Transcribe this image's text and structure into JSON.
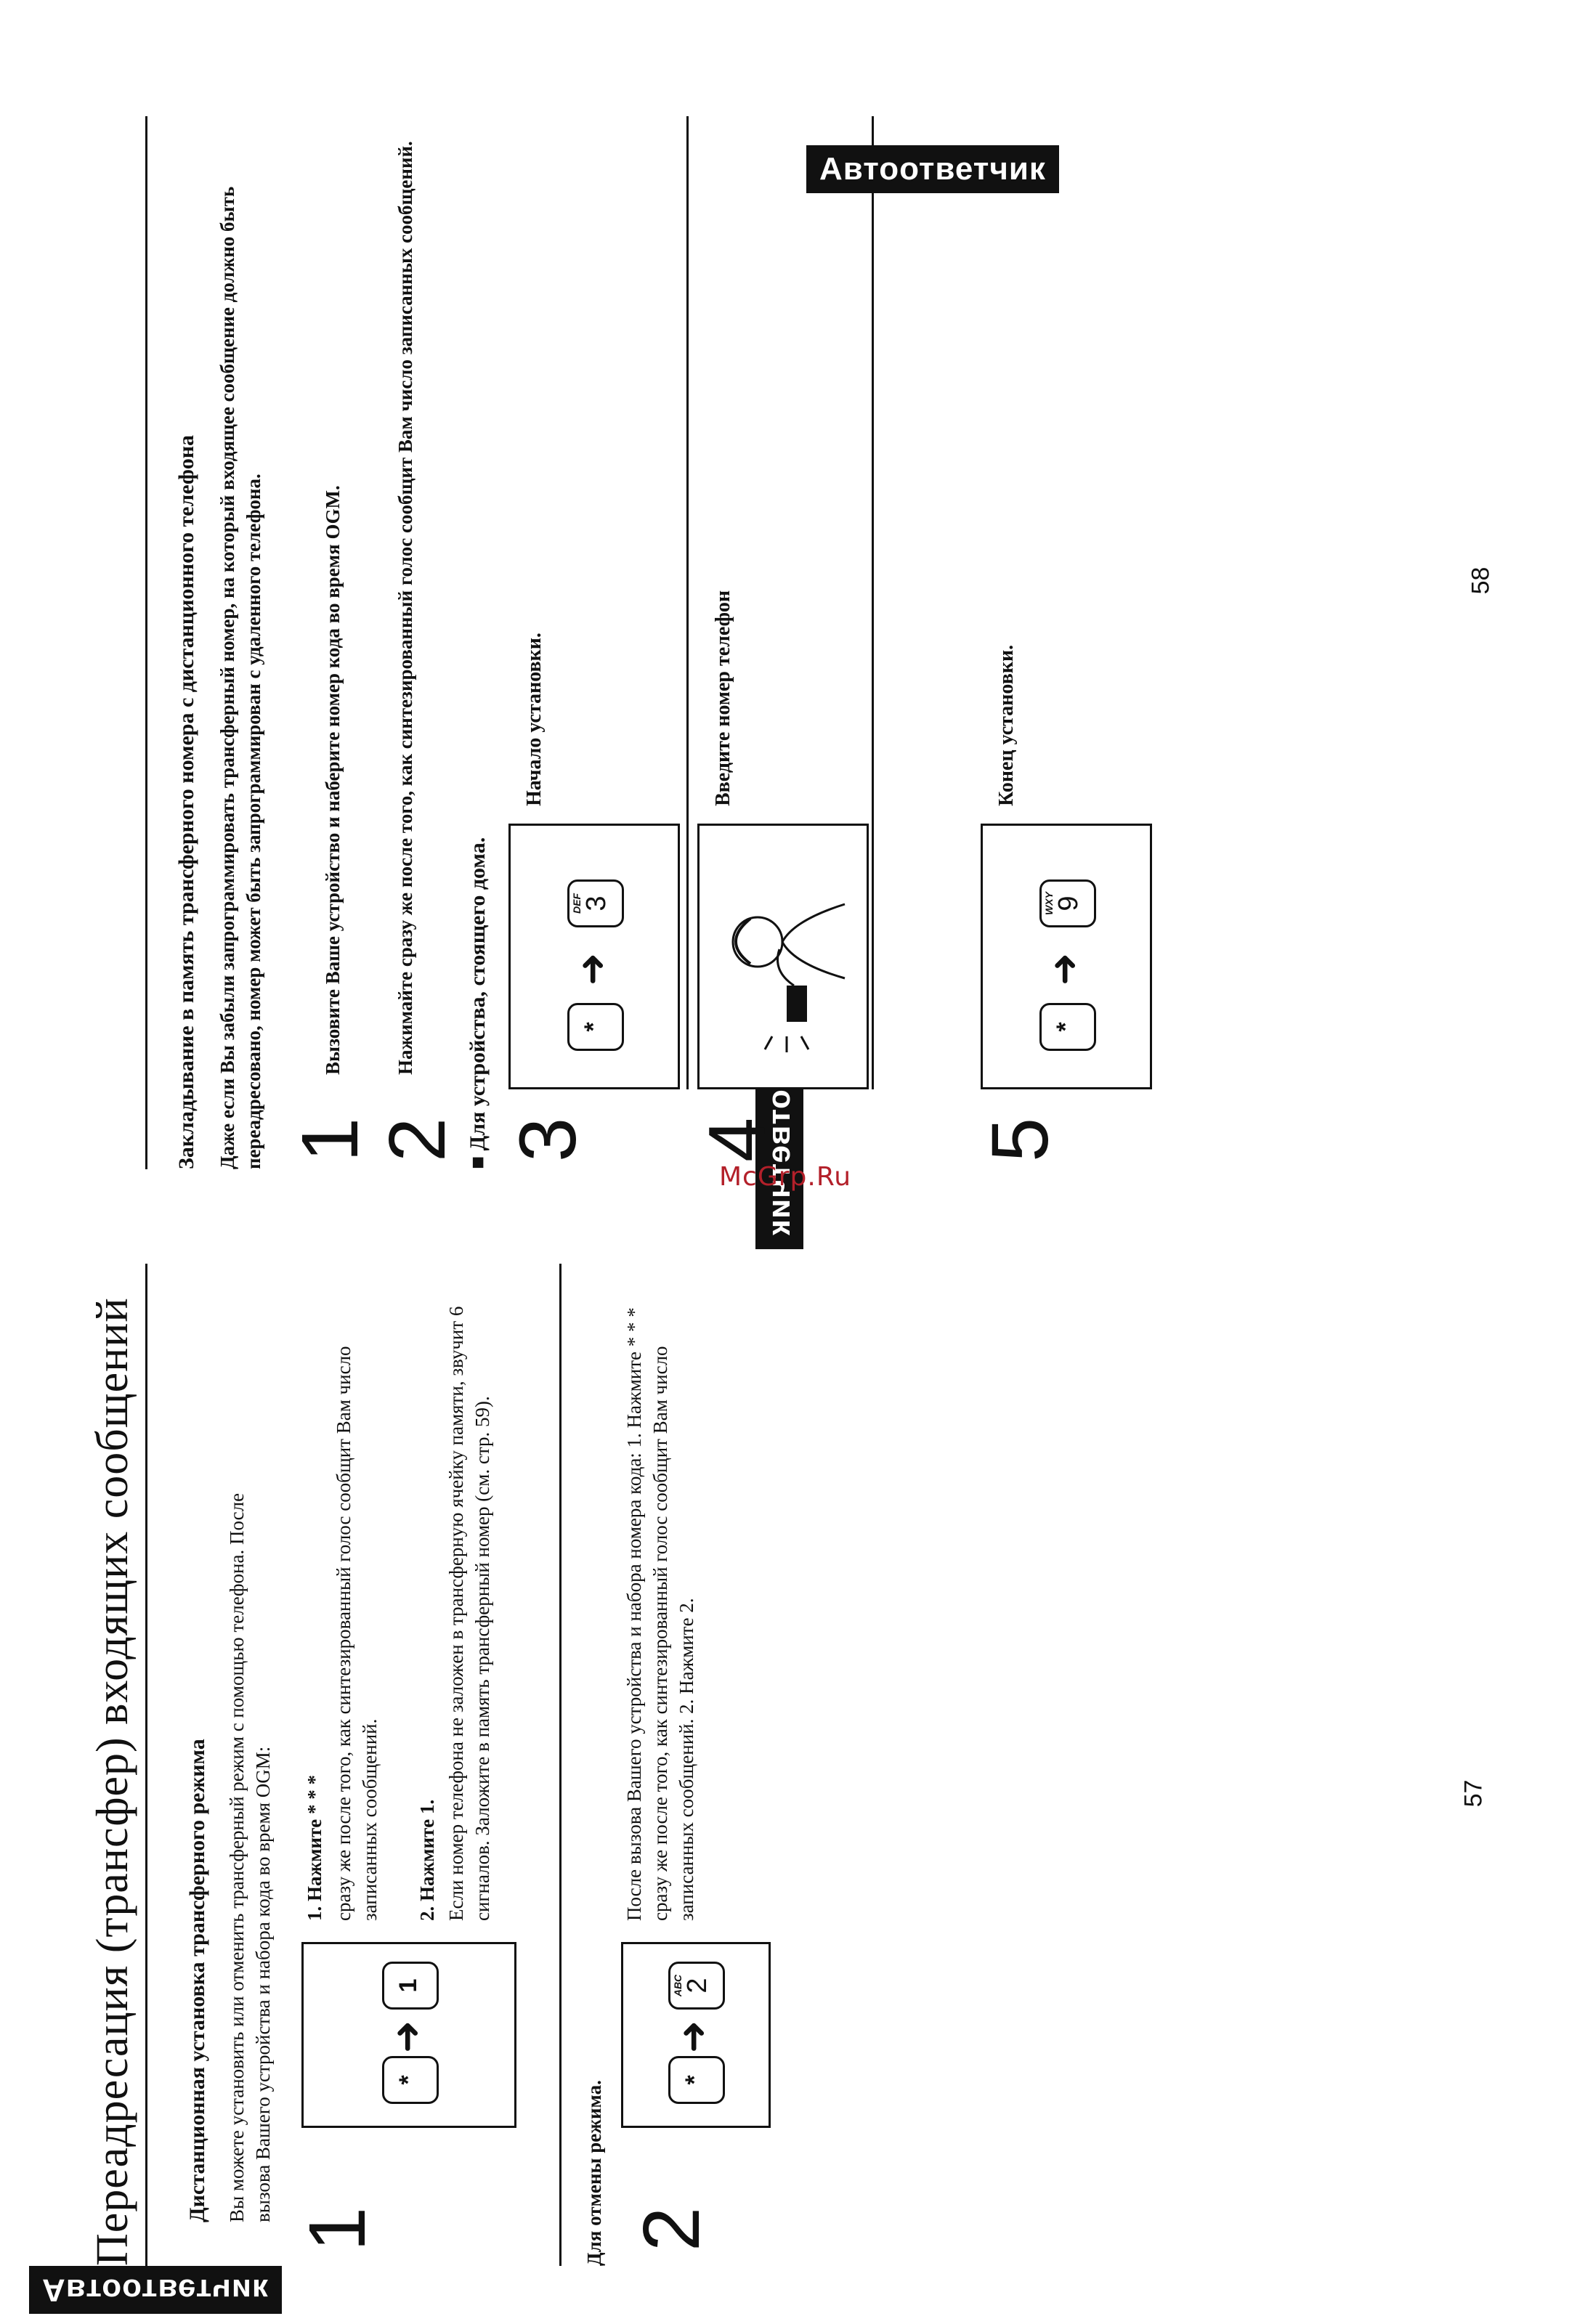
{
  "left_page": {
    "title": "Переадресация (трансфер) входящих сообщений",
    "section_title": "Дистанционная установка трансферного режима",
    "intro": "Вы можете установить или отменить трансферный режим с помощью телефона. После вызова Вашего устройства и набора кода во время OGM:",
    "step1": {
      "number": "1",
      "keys": [
        "*",
        "1"
      ],
      "heading1": "1. Нажмите * * *",
      "text1": "сразу же после того, как синтезированный голос сообщит Вам число записанных сообщений.",
      "heading2": "2. Нажмите 1.",
      "text2": "Если номер телефона не заложен в трансферную ячейку памяти, звучит 6 сигналов. Заложите в память трансферный номер (см. стр. 59)."
    },
    "cancel_label": "Для отмены режима.",
    "step2": {
      "number": "2",
      "keys": [
        "*",
        "2"
      ],
      "key_letters": "ABC",
      "text": "После вызова Вашего устройства и набора номера кода: 1. Нажмите * * * сразу же после того, как синтезированный голос сообщит Вам число записанных сообщений. 2. Нажмите 2."
    },
    "badge": "Автоответчик",
    "page_number": "57"
  },
  "right_page": {
    "badge": "Автоответчик",
    "section_title": "Закладывание в память трансферного номера с дистанционного телефона",
    "intro": "Даже если Вы забыли запрограммировать трансферный номер, на который входящее сообщение должно быть переадресовано, номер может быть запрограммирован с удаленного телефона.",
    "step1": {
      "number": "1",
      "text": "Вызовите Ваше устройство и наберите номер кода во время OGM."
    },
    "step2": {
      "number": "2",
      "text": "Нажимайте сразу же после того, как синтезированный голос сообщит Вам число записанных сообщений."
    },
    "standing_label": "Для устройства, стоящего дома.",
    "step3": {
      "number": "3",
      "keys": [
        "*",
        "3"
      ],
      "key_letters": "DEF",
      "caption": "Начало установки."
    },
    "step4": {
      "number": "4",
      "caption": "Введите номер телефон"
    },
    "step5": {
      "number": "5",
      "keys": [
        "*",
        "9"
      ],
      "key_letters": "WXY",
      "caption": "Конец установки."
    },
    "page_number": "58"
  },
  "watermark": "McGrp.Ru"
}
